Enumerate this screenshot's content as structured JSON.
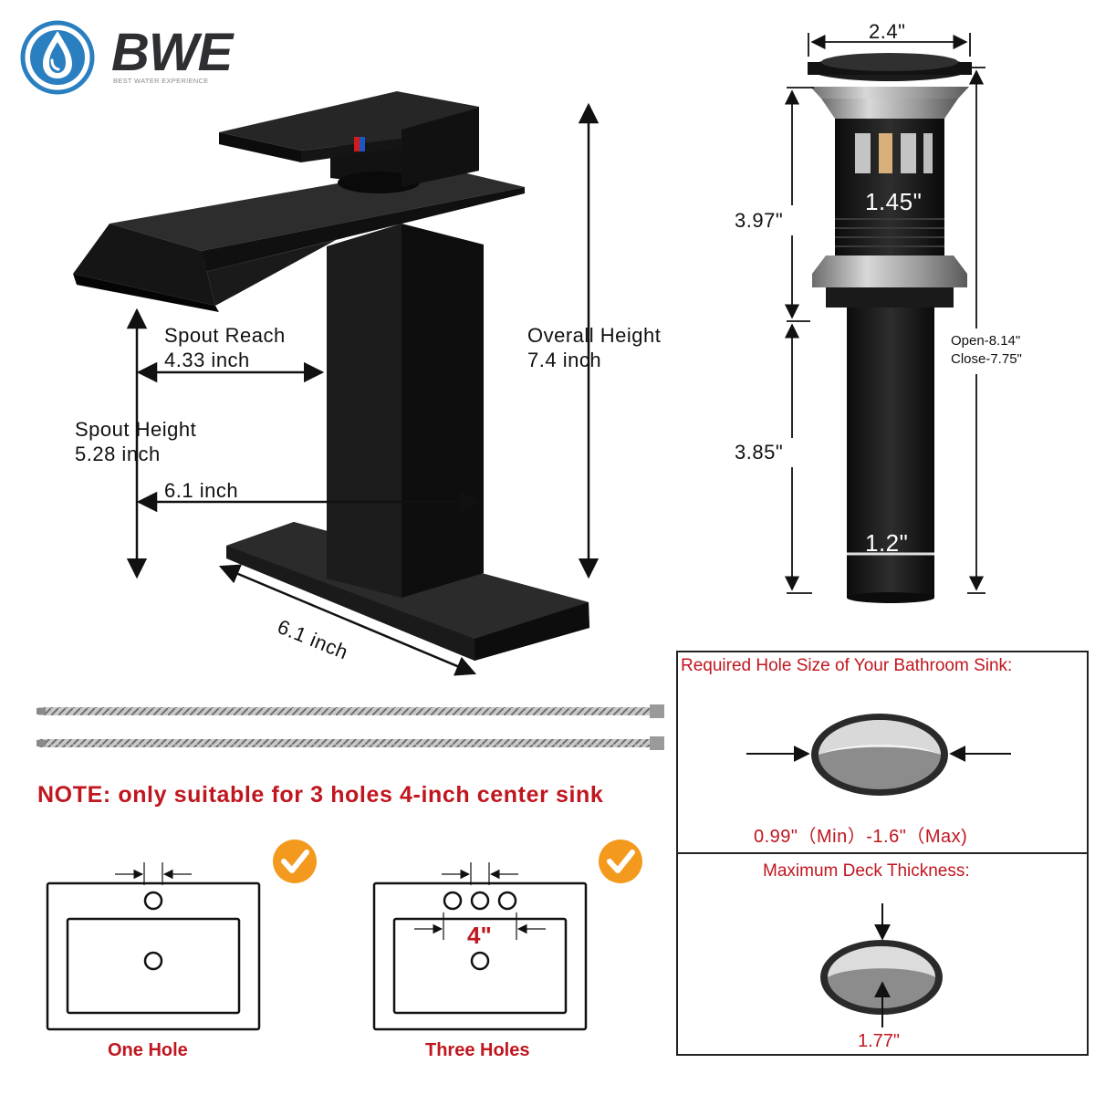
{
  "brand": {
    "name": "BWE",
    "tagline": "BEST WATER EXPERIENCE",
    "color": "#2a7fc1"
  },
  "faucet": {
    "spout_reach_label": "Spout Reach",
    "spout_reach_value": "4.33 inch",
    "overall_height_label": "Overall Height",
    "overall_height_value": "7.4 inch",
    "spout_height_label": "Spout Height",
    "spout_height_value": "5.28 inch",
    "depth_value": "6.1 inch",
    "base_length_value": "6.1 inch"
  },
  "drain": {
    "cap_width": "2.4\"",
    "upper_height": "3.97\"",
    "body_diameter": "1.45\"",
    "lower_height": "3.85\"",
    "tail_diameter": "1.2\"",
    "open_length": "Open-8.14\"",
    "close_length": "Close-7.75\""
  },
  "note": "NOTE: only suitable for 3 holes 4-inch center sink",
  "sinks": [
    {
      "label": "One Hole"
    },
    {
      "label": "Three Holes",
      "center": "4\""
    }
  ],
  "requirements": {
    "hole_title": "Required Hole Size of Your Bathroom Sink:",
    "hole_range": "0.99\"（Min）-1.6\"（Max)",
    "deck_title": "Maximum Deck Thickness:",
    "deck_value": "1.77\""
  },
  "colors": {
    "accent_red": "#c0161f",
    "check_orange": "#f39a1e",
    "faucet_black": "#161616"
  }
}
